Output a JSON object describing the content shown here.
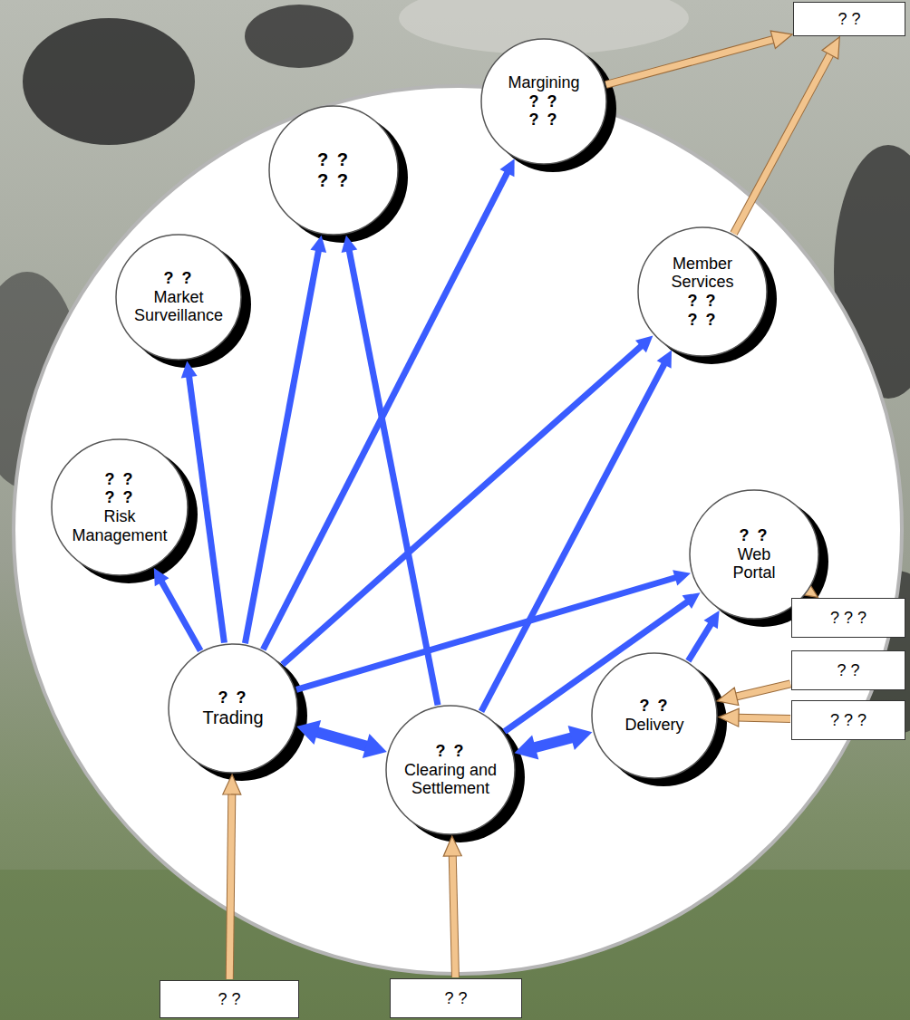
{
  "diagram": {
    "nodes": [
      {
        "text": [
          "? ?"
        ]
      },
      {
        "text": [
          "Margining",
          "? ?",
          "? ?"
        ]
      },
      {
        "text": [
          "? ?",
          "? ?"
        ]
      },
      {
        "text": [
          "Member Services",
          "? ?",
          "? ?"
        ]
      },
      {
        "text": [
          "? ?",
          "Market Surveillance"
        ]
      },
      {
        "text": [
          "? ?",
          "? ?",
          "Risk Management"
        ]
      },
      {
        "text": [
          "? ?",
          "Web Portal"
        ]
      },
      {
        "text": [
          "? ? ?"
        ]
      },
      {
        "text": [
          "? ?"
        ]
      },
      {
        "text": [
          "? ?",
          "Trading"
        ]
      },
      {
        "text": [
          "? ?",
          "Delivery"
        ]
      },
      {
        "text": [
          "? ? ?"
        ]
      },
      {
        "text": [
          "? ?",
          "Clearing and Settlement"
        ]
      },
      {
        "text": [
          "? ?"
        ]
      },
      {
        "text": [
          "? ?"
        ]
      }
    ],
    "edges": [
      {
        "from": 9,
        "to": 5,
        "arrow": "to"
      },
      {
        "from": 9,
        "to": 4,
        "arrow": "to"
      },
      {
        "from": 9,
        "to": 2,
        "arrow": "to"
      },
      {
        "from": 9,
        "to": 1,
        "arrow": "to"
      },
      {
        "from": 9,
        "to": 3,
        "arrow": "to"
      },
      {
        "from": 9,
        "to": 6,
        "arrow": "to"
      },
      {
        "from": 9,
        "to": 12,
        "arrow": "both"
      },
      {
        "from": 12,
        "to": 2,
        "arrow": "to"
      },
      {
        "from": 12,
        "to": 3,
        "arrow": "to"
      },
      {
        "from": 12,
        "to": 6,
        "arrow": "to"
      },
      {
        "from": 12,
        "to": 10,
        "arrow": "both"
      },
      {
        "from": 10,
        "to": 6,
        "arrow": "to"
      },
      {
        "from": 1,
        "to": 0,
        "arrow": "to"
      },
      {
        "from": 3,
        "to": 0,
        "arrow": "to"
      },
      {
        "from": 6,
        "to": 7,
        "arrow": "to"
      },
      {
        "from": 8,
        "to": 10,
        "arrow": "to"
      },
      {
        "from": 11,
        "to": 10,
        "arrow": "to"
      },
      {
        "from": 13,
        "to": 9,
        "arrow": "to"
      },
      {
        "from": 14,
        "to": 12,
        "arrow": "to"
      }
    ]
  }
}
